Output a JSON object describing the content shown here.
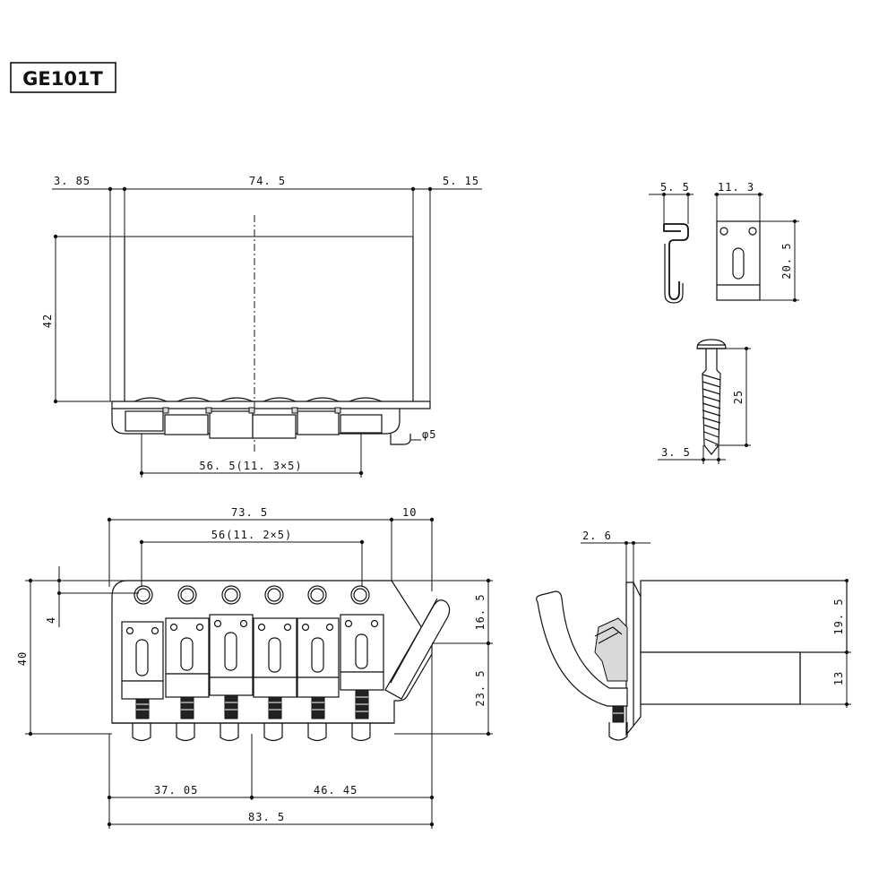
{
  "model": "GE101T",
  "top_view": {
    "dim_left_offset": "3. 85",
    "dim_width": "74. 5",
    "dim_right_offset": "5. 15",
    "dim_height": "42",
    "dim_saddle_span": "56. 5(11. 3×5)",
    "dim_hole": "φ5"
  },
  "spring_claw": {
    "dim_hook": "5. 5",
    "dim_width": "11. 3",
    "dim_height": "20. 5"
  },
  "screw": {
    "dim_length": "25",
    "dim_diameter": "3. 5"
  },
  "front_view": {
    "dim_width": "73. 5",
    "dim_arm_offset": "10",
    "dim_hole_span": "56(11. 2×5)",
    "dim_offset": "4",
    "dim_height": "40",
    "dim_arm_upper": "16. 5",
    "dim_arm_lower": "23. 5",
    "dim_left_part": "37. 05",
    "dim_right_part": "46. 45",
    "dim_total": "83. 5"
  },
  "side_view": {
    "dim_plate": "2. 6",
    "dim_block_upper": "19. 5",
    "dim_block_lower": "13"
  }
}
